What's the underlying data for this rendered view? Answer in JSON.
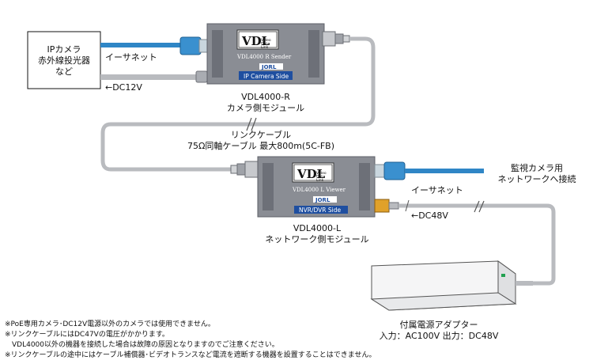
{
  "camera_box": {
    "lines": [
      "IPカメラ",
      "赤外線投光器",
      "など"
    ]
  },
  "ethernet_label_top": "イーサネット",
  "dc12_label": "←DC12V",
  "sender": {
    "brand": "VDL",
    "brand_sub": [
      "Video",
      "Data",
      "Link"
    ],
    "model_text": "VDL4000 R Sender",
    "side_label": "IP Camera Side",
    "logo": "JORL",
    "caption": [
      "VDL4000-R",
      "カメラ側モジュール"
    ]
  },
  "link_cable_label": [
    "リンクケーブル",
    "75Ω同軸ケーブル 最大800m(5C-FB)"
  ],
  "viewer": {
    "brand": "VDL",
    "brand_sub": [
      "Video",
      "Data",
      "Link"
    ],
    "model_text": "VDL4000 L Viewer",
    "side_label": "NVR/DVR Side",
    "logo": "JORL",
    "caption": [
      "VDL4000-L",
      "ネットワーク側モジュール"
    ]
  },
  "network_label": [
    "監視カメラ用",
    "ネットワークへ接続"
  ],
  "ethernet_label_bottom": "イーサネット",
  "dc48_label": "←DC48V",
  "adapter": {
    "caption": [
      "付属電源アダプター",
      "入力：AC100V 出力：DC48V"
    ]
  },
  "notes": [
    "※PoE専用カメラ･DC12V電源以外のカメラでは使用できません。",
    "※リンクケーブルにはDC47Vの電圧がかかります。",
    "　VDL4000以外の機器を接続した場合は故障の原因となりますのでご注意ください。",
    "※リンクケーブルの途中にはケーブル補償器･ビデオトランスなど電流を遮断する機器を設置することはできません。"
  ],
  "colors": {
    "module_body": "#8a8d94",
    "module_dark": "#6d7078",
    "ethernet_cable": "#2f86c6",
    "coax_cable": "#b9bbbf",
    "label_blue": "#1f4fa0"
  }
}
